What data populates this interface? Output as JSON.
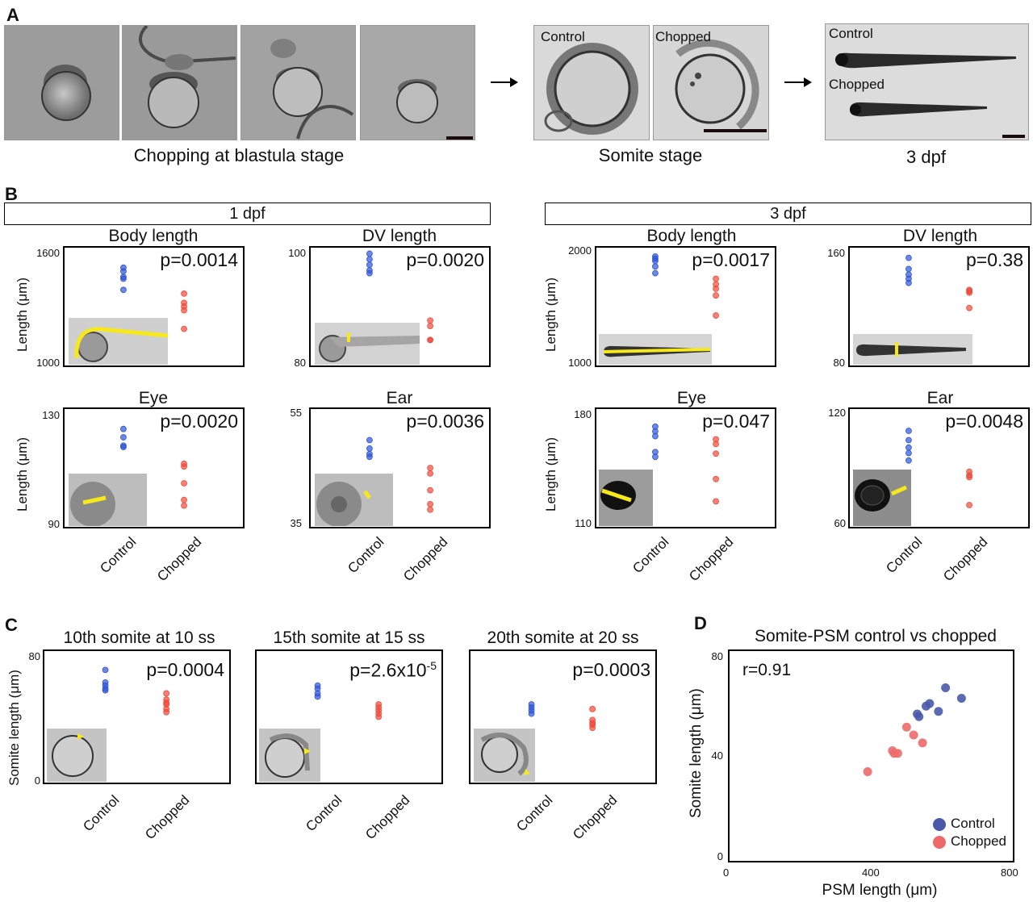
{
  "panel_a": {
    "letter": "A",
    "caption_blastula": "Chopping at blastula stage",
    "caption_somite": "Somite stage",
    "caption_3dpf": "3 dpf",
    "label_control": "Control",
    "label_chopped": "Chopped"
  },
  "panel_b": {
    "letter": "B",
    "banner_left": "1 dpf",
    "banner_right": "3 dpf",
    "ylabel": "Length (μm)",
    "x_control": "Control",
    "x_chopped": "Chopped",
    "plots": [
      {
        "title": "Body length",
        "p": "p=0.0014",
        "ymin": "1000",
        "ymax": "1600"
      },
      {
        "title": "DV length",
        "p": "p=0.0020",
        "ymin": "80",
        "ymax": "100"
      },
      {
        "title": "Body length",
        "p": "p=0.0017",
        "ymin": "1000",
        "ymax": "2000"
      },
      {
        "title": "DV length",
        "p": "p=0.38",
        "ymin": "80",
        "ymax": "160"
      },
      {
        "title": "Eye",
        "p": "p=0.0020",
        "ymin": "90",
        "ymax": "130"
      },
      {
        "title": "Ear",
        "p": "p=0.0036",
        "ymin": "35",
        "ymax": "55"
      },
      {
        "title": "Eye",
        "p": "p=0.047",
        "ymin": "110",
        "ymax": "180"
      },
      {
        "title": "Ear",
        "p": "p=0.0048",
        "ymin": "60",
        "ymax": "120"
      }
    ]
  },
  "panel_c": {
    "letter": "C",
    "ylabel": "Somite length (μm)",
    "x_control": "Control",
    "x_chopped": "Chopped",
    "ymin": "0",
    "ymax": "80",
    "plots": [
      {
        "title": "10th somite at 10 ss",
        "p": "p=0.0004"
      },
      {
        "title": "15th somite at 15 ss",
        "p_base": "p=2.6x10",
        "p_exp": "-5"
      },
      {
        "title": "20th somite at 20 ss",
        "p": "p=0.0003"
      }
    ]
  },
  "panel_d": {
    "letter": "D",
    "title": "Somite-PSM control vs chopped",
    "r": "r=0.91",
    "xlabel": "PSM length (μm)",
    "ylabel": "Somite length (μm)",
    "xticks": [
      "0",
      "400",
      "800"
    ],
    "yticks": [
      "0",
      "40",
      "80"
    ],
    "legend_control": "Control",
    "legend_chopped": "Chopped"
  },
  "colors": {
    "control": "#2f55d4",
    "chopped": "#ee4a3a",
    "control_d": "#4a5aa8",
    "chopped_d": "#ec6a6a",
    "highlight": "#f7e81c"
  },
  "chart_data": [
    {
      "type": "scatter",
      "title": "Body length",
      "ylim": [
        1000,
        1600
      ],
      "series": [
        {
          "name": "Control",
          "values": [
            1510,
            1490,
            1460,
            1450,
            1390
          ]
        },
        {
          "name": "Chopped",
          "values": [
            1370,
            1320,
            1300,
            1280,
            1180
          ]
        }
      ]
    },
    {
      "type": "scatter",
      "title": "DV length",
      "ylim": [
        80,
        100
      ],
      "series": [
        {
          "name": "Control",
          "values": [
            99.5,
            98.5,
            97.5,
            96.5,
            96
          ]
        },
        {
          "name": "Chopped",
          "values": [
            87.5,
            86.5,
            84,
            84
          ]
        }
      ]
    },
    {
      "type": "scatter",
      "title": "Body length",
      "ylim": [
        1000,
        2000
      ],
      "series": [
        {
          "name": "Control",
          "values": [
            1950,
            1930,
            1910,
            1860,
            1800
          ]
        },
        {
          "name": "Chopped",
          "values": [
            1750,
            1700,
            1660,
            1600,
            1420
          ]
        }
      ]
    },
    {
      "type": "scatter",
      "title": "DV length",
      "ylim": [
        80,
        160
      ],
      "series": [
        {
          "name": "Control",
          "values": [
            155,
            147,
            143,
            140,
            137
          ]
        },
        {
          "name": "Chopped",
          "values": [
            132,
            131,
            130,
            119
          ]
        }
      ]
    },
    {
      "type": "scatter",
      "title": "Eye",
      "ylim": [
        90,
        130
      ],
      "series": [
        {
          "name": "Control",
          "values": [
            124,
            121,
            118,
            117.5
          ]
        },
        {
          "name": "Chopped",
          "values": [
            111.5,
            110.5,
            104.5,
            98.5,
            96.5
          ]
        }
      ]
    },
    {
      "type": "scatter",
      "title": "Ear",
      "ylim": [
        35,
        55
      ],
      "series": [
        {
          "name": "Control",
          "values": [
            50,
            48.5,
            47.5,
            47
          ]
        },
        {
          "name": "Chopped",
          "values": [
            45,
            44,
            41,
            38.5,
            37.5
          ]
        }
      ]
    },
    {
      "type": "scatter",
      "title": "Eye",
      "ylim": [
        110,
        180
      ],
      "series": [
        {
          "name": "Control",
          "values": [
            171,
            168,
            165,
            155,
            152
          ]
        },
        {
          "name": "Chopped",
          "values": [
            163,
            160,
            154,
            138,
            124
          ]
        }
      ]
    },
    {
      "type": "scatter",
      "title": "Ear",
      "ylim": [
        60,
        120
      ],
      "series": [
        {
          "name": "Control",
          "values": [
            110,
            105,
            101,
            98,
            94
          ]
        },
        {
          "name": "Chopped",
          "values": [
            88,
            86,
            85,
            70
          ]
        }
      ]
    },
    {
      "type": "scatter",
      "title": "10th somite at 10 ss",
      "ylim": [
        0,
        80
      ],
      "series": [
        {
          "name": "Control",
          "values": [
            70,
            62,
            60,
            58,
            57
          ]
        },
        {
          "name": "Chopped",
          "values": [
            55,
            51,
            49,
            48,
            45,
            43
          ]
        }
      ]
    },
    {
      "type": "scatter",
      "title": "15th somite at 15 ss",
      "ylim": [
        0,
        80
      ],
      "series": [
        {
          "name": "Control",
          "values": [
            60,
            58,
            55,
            53
          ]
        },
        {
          "name": "Chopped",
          "values": [
            48,
            46,
            44,
            42,
            40
          ]
        }
      ]
    },
    {
      "type": "scatter",
      "title": "20th somite at 20 ss",
      "ylim": [
        0,
        80
      ],
      "series": [
        {
          "name": "Control",
          "values": [
            48,
            46,
            44,
            42
          ]
        },
        {
          "name": "Chopped",
          "values": [
            45,
            38,
            36,
            35,
            33
          ]
        }
      ]
    },
    {
      "type": "scatter",
      "title": "Somite-PSM control vs chopped",
      "xlabel": "PSM length (μm)",
      "ylabel": "Somite length (μm)",
      "xlim": [
        0,
        800
      ],
      "ylim": [
        0,
        80
      ],
      "annotation": "r=0.91",
      "legend": "bottom-right",
      "series": [
        {
          "name": "Control",
          "x": [
            610,
            655,
            565,
            555,
            530,
            535,
            590
          ],
          "y": [
            66,
            62,
            60,
            59,
            56,
            55,
            57
          ]
        },
        {
          "name": "Chopped",
          "x": [
            500,
            520,
            545,
            460,
            475,
            465,
            390
          ],
          "y": [
            51,
            48,
            45,
            42,
            41,
            41,
            34
          ]
        }
      ]
    }
  ]
}
